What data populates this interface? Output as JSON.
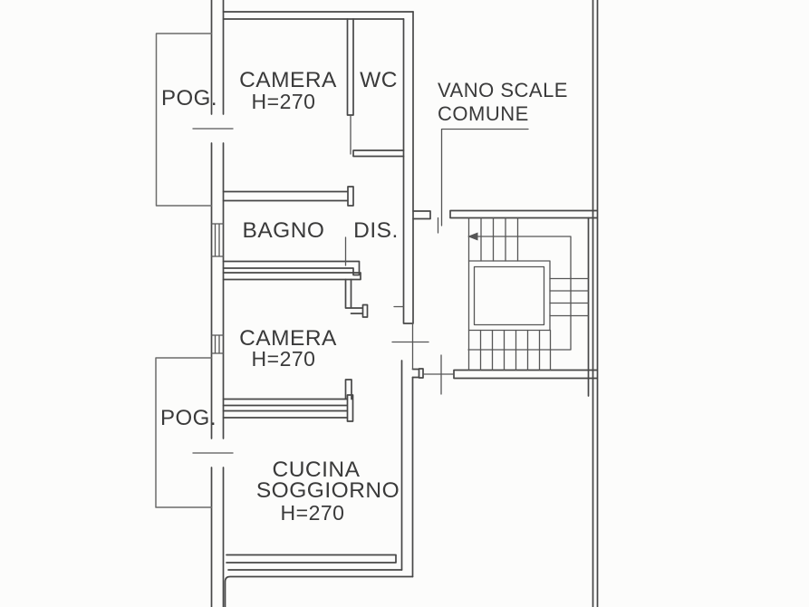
{
  "document": {
    "kind": "floor-plan",
    "language": "it"
  },
  "colors": {
    "background": "#fcfcfb",
    "wall_line": "#474747",
    "thin_line": "#565656",
    "balcony_line": "#6b6b6b",
    "text": "#3a3a3a"
  },
  "rooms": {
    "camera_top": {
      "label": "CAMERA",
      "height": "H=270"
    },
    "wc": {
      "label": "WC"
    },
    "bagno": {
      "label": "BAGNO"
    },
    "disimpegno": {
      "label": "DIS."
    },
    "camera_middle": {
      "label": "CAMERA",
      "height": "H=270"
    },
    "cucina_soggiorno": {
      "label_line1": "CUCINA",
      "label_line2": "SOGGIORNO",
      "height": "H=270"
    }
  },
  "balconies": {
    "pog_top": {
      "label": "POG."
    },
    "pog_bottom": {
      "label": "POG."
    }
  },
  "common_areas": {
    "stairwell": {
      "label_line1": "VANO SCALE",
      "label_line2": "COMUNE"
    }
  }
}
